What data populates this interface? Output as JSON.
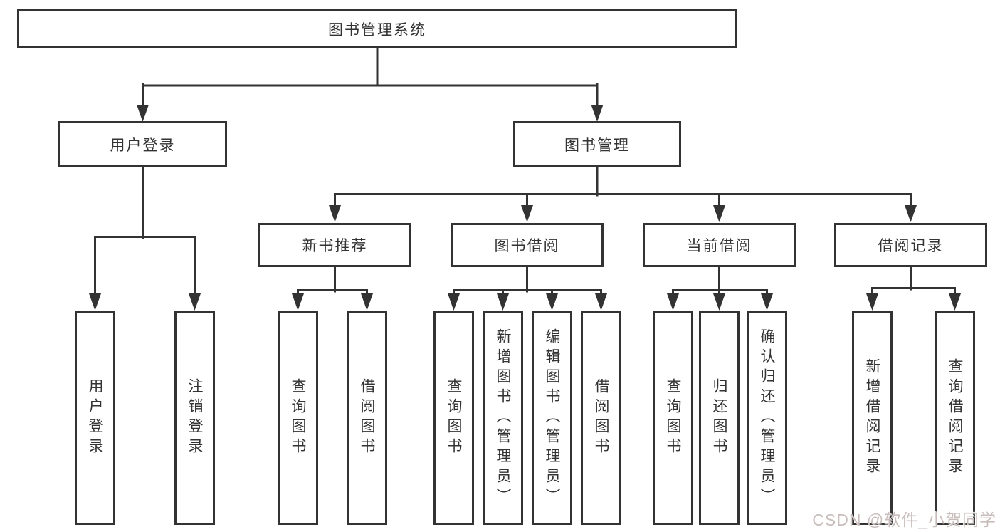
{
  "diagram": {
    "title": "图书管理系统",
    "tree": {
      "root": {
        "label": "图书管理系统"
      },
      "branches": [
        {
          "label": "用户登录",
          "leaves": [
            {
              "label": "用户登录"
            },
            {
              "label": "注销登录"
            }
          ]
        },
        {
          "label": "图书管理",
          "children": [
            {
              "label": "新书推荐",
              "leaves": [
                {
                  "label": "查询图书"
                },
                {
                  "label": "借阅图书"
                }
              ]
            },
            {
              "label": "图书借阅",
              "leaves": [
                {
                  "label": "查询图书"
                },
                {
                  "label": "新增图书（管理员）"
                },
                {
                  "label": "编辑图书（管理员）"
                },
                {
                  "label": "借阅图书"
                }
              ]
            },
            {
              "label": "当前借阅",
              "leaves": [
                {
                  "label": "查询图书"
                },
                {
                  "label": "归还图书"
                },
                {
                  "label": "确认归还（管理员）"
                }
              ]
            },
            {
              "label": "借阅记录",
              "leaves": [
                {
                  "label": "新增借阅记录"
                },
                {
                  "label": "查询借阅记录"
                }
              ]
            }
          ]
        }
      ]
    }
  },
  "watermark": {
    "text": "CSDN @软件_小贺同学"
  },
  "colors": {
    "line": "#333333",
    "box_border": "#333333",
    "text": "#333333",
    "background": "#ffffff",
    "watermark": "#c8bdbb"
  }
}
